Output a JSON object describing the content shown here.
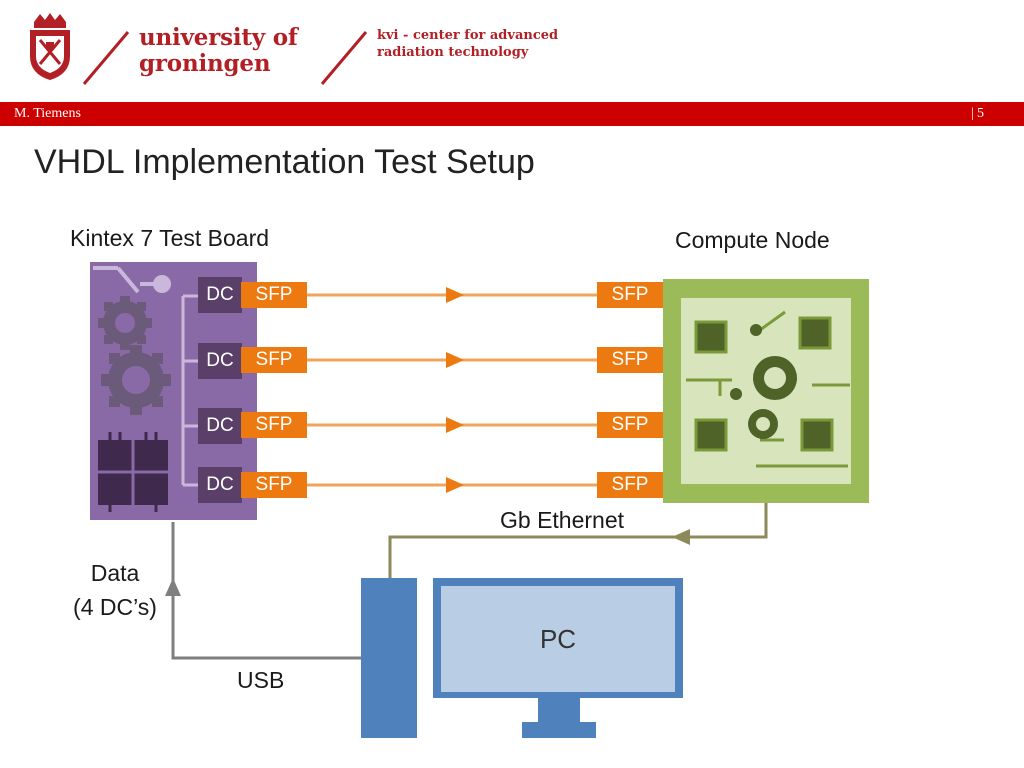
{
  "header": {
    "university_line1": "university of",
    "university_line2": "groningen",
    "kvi_line1": "kvi - center for advanced",
    "kvi_line2": "radiation technology",
    "author": "M. Tiemens",
    "page_number": "5"
  },
  "slide": {
    "title": "VHDL Implementation Test Setup"
  },
  "diagram": {
    "kintex_label": "Kintex 7 Test Board",
    "compute_node_label": "Compute Node",
    "dc_labels": [
      "DC",
      "DC",
      "DC",
      "DC"
    ],
    "sfp_left": [
      "SFP",
      "SFP",
      "SFP",
      "SFP"
    ],
    "sfp_right": [
      "SFP",
      "SFP",
      "SFP",
      "SFP"
    ],
    "gb_ethernet_label": "Gb Ethernet",
    "data_label_line1": "Data",
    "data_label_line2": "(4 DC’s)",
    "usb_label": "USB",
    "pc_label": "PC"
  },
  "colors": {
    "brand_red": "#cc0000",
    "kintex_purple": "#8a6aa6",
    "sfp_orange": "#ec7a10",
    "compute_green": "#9bbb59",
    "pc_blue": "#4f81bd",
    "ethernet_olive": "#8c8a5a",
    "usb_gray": "#7f7f7f"
  }
}
